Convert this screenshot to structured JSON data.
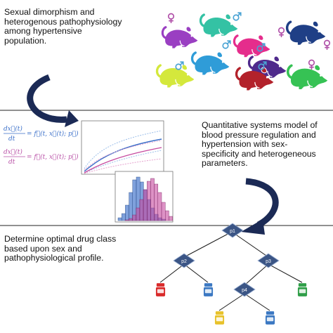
{
  "captions": {
    "top_left": {
      "lines": [
        "Sexual dimorphism and",
        "heterogenous pathophysiology",
        "among hypertensive",
        "population."
      ]
    },
    "middle_right": {
      "lines": [
        "Quantitative systems model of",
        "blood pressure regulation and",
        "hypertension with sex-",
        "specificity and heterogeneous",
        "parameters."
      ]
    },
    "bottom_left": {
      "lines": [
        "Determine optimal drug class",
        "based upon sex and",
        "pathophysiological profile."
      ]
    }
  },
  "equations": [
    {
      "lhs_num": "dx⃗(t)",
      "lhs_den": "dt",
      "rhs": "= f⃗(t, x⃗(t); p⃗)",
      "color": "#3a6fc9"
    },
    {
      "lhs_num": "dx⃗(t)",
      "lhs_den": "dt",
      "rhs": "= f⃗(t, x⃗(t); p⃗)",
      "color": "#b84fa6"
    }
  ],
  "decision_tree": {
    "nodes": [
      "p1",
      "p2",
      "p3",
      "p4"
    ],
    "node_color": "#3b5585",
    "leaf_drug_colors": [
      "#d92a2a",
      "#3b78c2",
      "#2f9e48",
      "#e8c22b",
      "#3b78c2"
    ]
  },
  "animals": {
    "rats": [
      {
        "color": "#9a3fc2",
        "sex": "female"
      },
      {
        "color": "#34c2a4",
        "sex": "male"
      },
      {
        "color": "#1f3f86",
        "sex": "female"
      },
      {
        "color": "#e52d8c",
        "sex": "female"
      },
      {
        "color": "#2f9cd8",
        "sex": "male"
      },
      {
        "color": "#4f2a8c",
        "sex": "male"
      },
      {
        "color": "#d4e83c",
        "sex": "male"
      },
      {
        "color": "#b3222b",
        "sex": "male"
      },
      {
        "color": "#36c254",
        "sex": "female"
      }
    ]
  },
  "colors": {
    "male_symbol": "#4aa3d4",
    "female_symbol": "#b04fa8",
    "arrow": "#1b2a55",
    "divider": "#222222",
    "series_blue": "#3a6fc9",
    "series_pink": "#c64a9f"
  }
}
